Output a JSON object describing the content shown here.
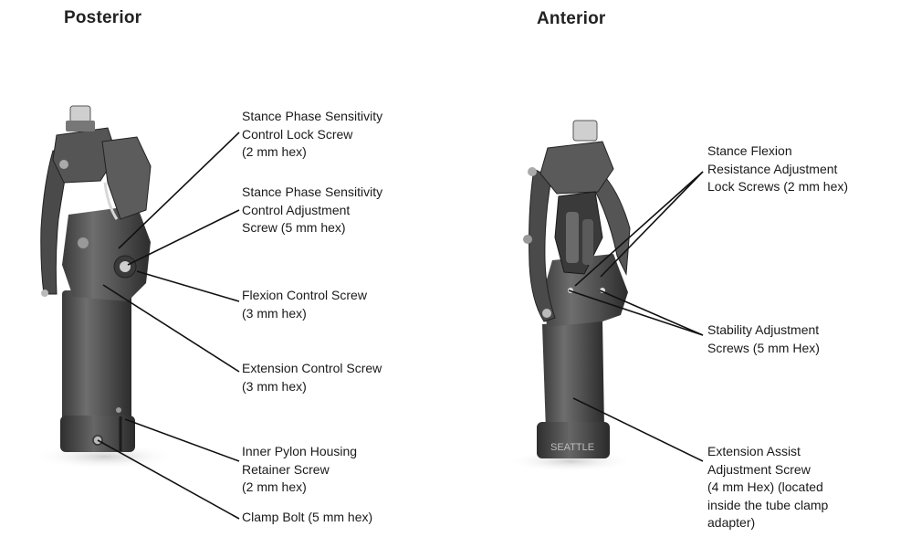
{
  "posterior": {
    "title": "Posterior",
    "callouts": [
      {
        "lines": [
          "Stance Phase Sensitivity",
          "Control Lock Screw",
          "(2 mm hex)"
        ]
      },
      {
        "lines": [
          "Stance Phase Sensitivity",
          "Control Adjustment",
          "Screw (5 mm hex)"
        ]
      },
      {
        "lines": [
          "Flexion Control Screw",
          "(3 mm hex)"
        ]
      },
      {
        "lines": [
          "Extension Control Screw",
          "(3 mm hex)"
        ]
      },
      {
        "lines": [
          "Inner Pylon Housing",
          "Retainer Screw",
          "(2 mm hex)"
        ]
      },
      {
        "lines": [
          "Clamp Bolt (5 mm hex)"
        ]
      }
    ]
  },
  "anterior": {
    "title": "Anterior",
    "callouts": [
      {
        "lines": [
          "Stance Flexion",
          "Resistance Adjustment",
          "Lock Screws (2 mm hex)"
        ]
      },
      {
        "lines": [
          "Stability Adjustment",
          "Screws (5 mm Hex)"
        ]
      },
      {
        "lines": [
          "Extension Assist",
          "Adjustment Screw",
          "(4 mm Hex) (located",
          "inside the tube clamp",
          "adapter)"
        ]
      }
    ],
    "brand_mark": "SEATTLE"
  }
}
